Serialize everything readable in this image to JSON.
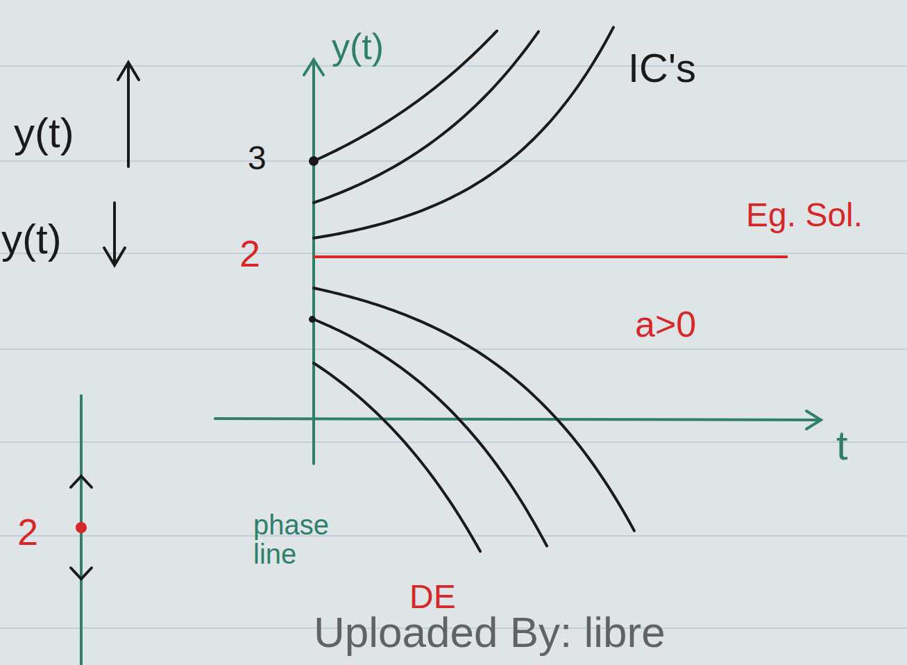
{
  "diagram": {
    "labels": [
      "y(t)",
      "y(t)",
      "y(t)",
      "3",
      "2",
      "IC's",
      "Eg. Sol.",
      "a>0",
      "t",
      "phase line",
      "2",
      "DE",
      "Uploaded By: libre"
    ]
  }
}
